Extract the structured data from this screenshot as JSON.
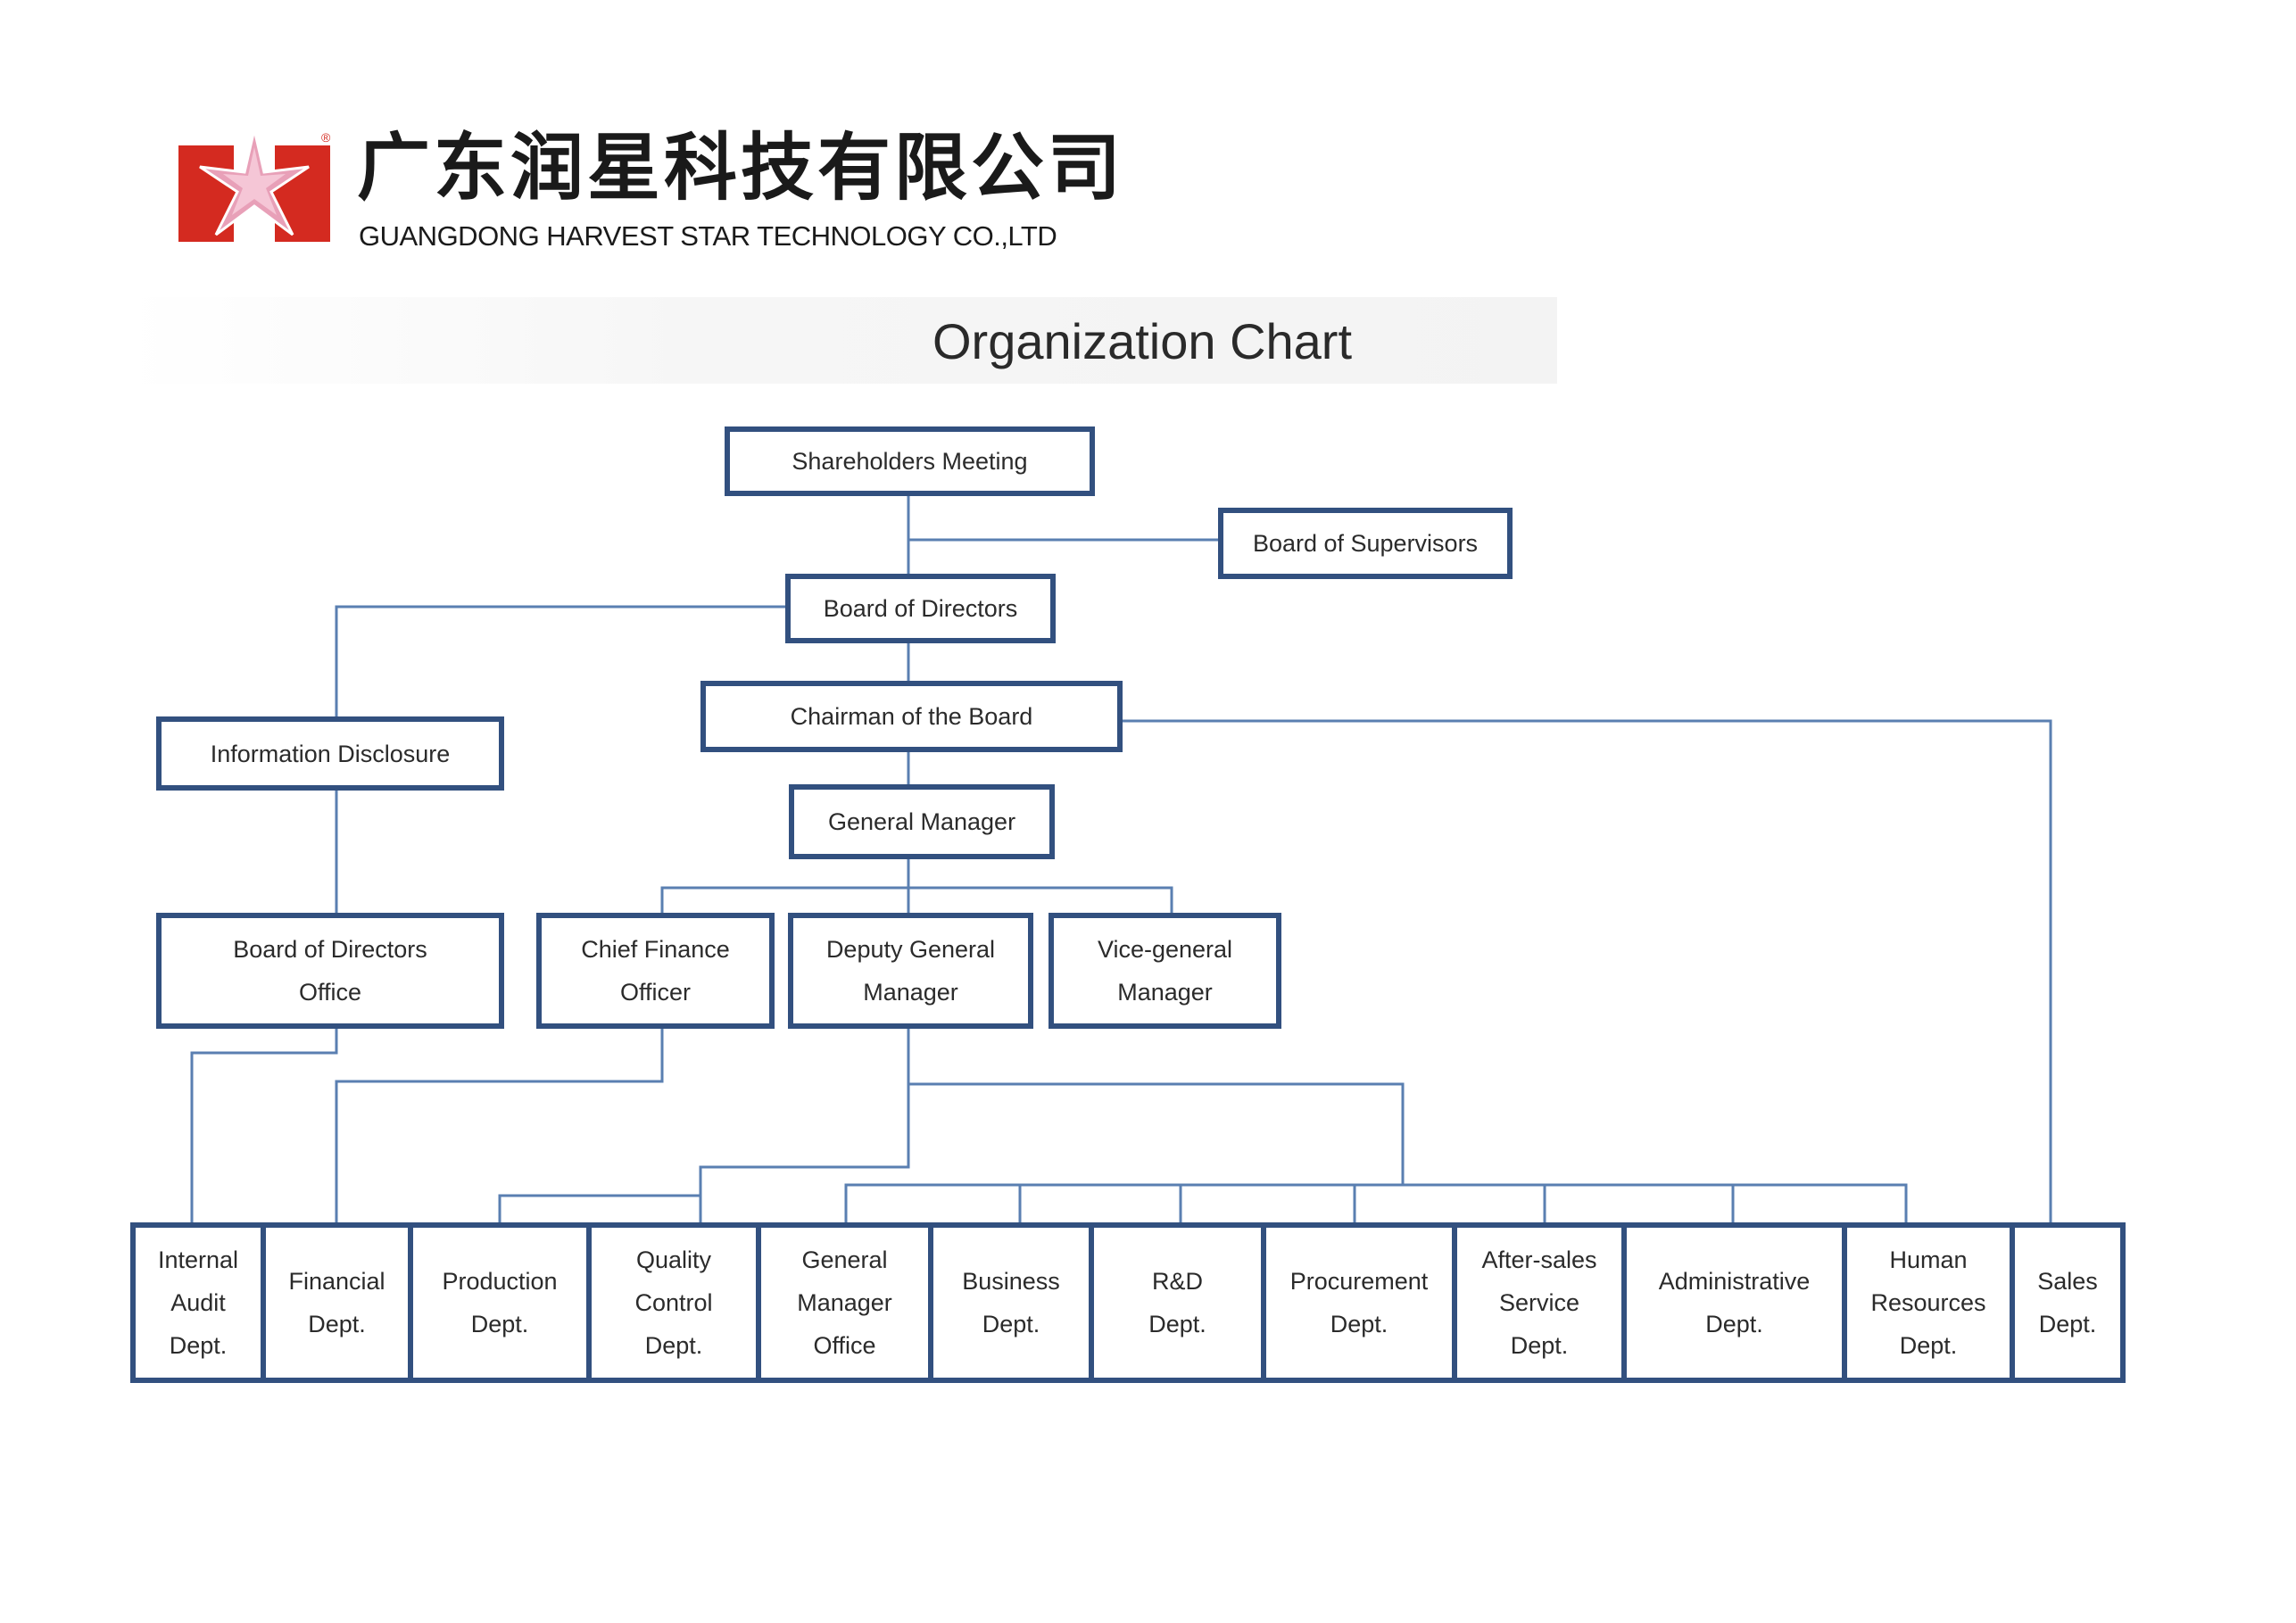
{
  "header": {
    "company_cn": "广东润星科技有限公司",
    "company_en": "GUANGDONG HARVEST STAR TECHNOLOGY CO.,LTD",
    "logo_mark": "®"
  },
  "title": "Organization Chart",
  "nodes": {
    "shareholders": "Shareholders Meeting",
    "supervisors": "Board of Supervisors",
    "directors": "Board of Directors",
    "chairman": "Chairman of the Board",
    "info_disclosure": "Information Disclosure",
    "general_manager": "General Manager",
    "bod_office": "Board of Directors\nOffice",
    "cfo": "Chief Finance\nOfficer",
    "deputy_gm": "Deputy General\nManager",
    "vice_gm": "Vice-general\nManager"
  },
  "departments": [
    "Internal\nAudit\nDept.",
    "Financial\nDept.",
    "Production\nDept.",
    "Quality\nControl\nDept.",
    "General\nManager\nOffice",
    "Business\nDept.",
    "R&D\nDept.",
    "Procurement\nDept.",
    "After-sales\nService\nDept.",
    "Administrative\nDept.",
    "Human\nResources\nDept.",
    "Sales\nDept."
  ],
  "colors": {
    "box_border": "#32507f",
    "connector": "#5a7fb1",
    "logo_red": "#d42a20",
    "logo_star": "#e8a0b8"
  }
}
